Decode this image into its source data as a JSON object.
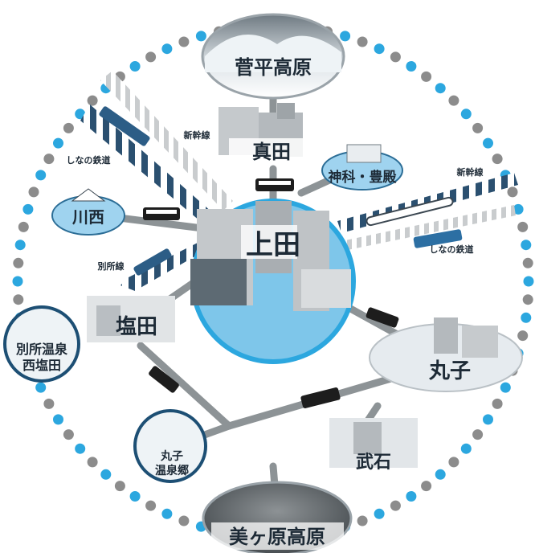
{
  "places": {
    "sugadaira": "菅平高原",
    "sanada": "真田",
    "kamishina_toyosato": "神科・豊殿",
    "kawanishi": "川西",
    "ueda": "上田",
    "shioda": "塩田",
    "bessho_nishishioda": [
      "別所温泉",
      "西塩田"
    ],
    "maruko": "丸子",
    "maruko_onsen": [
      "丸子",
      "温泉郷"
    ],
    "takeshi": "武石",
    "utsukushigahara": "美ヶ原高原"
  },
  "rail_labels": {
    "shinkansen_upper_left": "新幹線",
    "shinano_upper_left": "しなの鉄道",
    "shinkansen_right": "新幹線",
    "shinano_right": "しなの鉄道",
    "bessho_line": "別所線"
  },
  "colors": {
    "outer_dot_blue": "#2ca7df",
    "outer_dot_gray": "#8c8c8c",
    "center_circle": "#7ec6ea",
    "area_circle": "#9fd3ef",
    "road": "#8d9396",
    "building": "#b7bcc0",
    "text_dark": "#1d2a36"
  }
}
